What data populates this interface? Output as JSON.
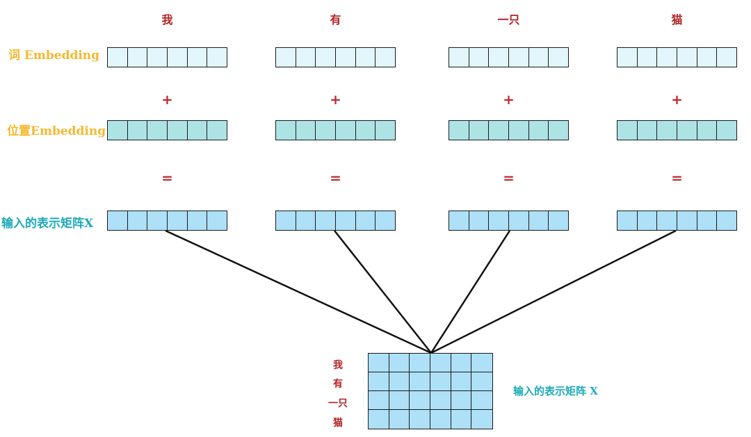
{
  "words": [
    "我",
    "有",
    "一只",
    "猫"
  ],
  "row_labels": {
    "word_embedding": "词 Embedding",
    "position_embedding": "位置Embedding",
    "input_matrix": "输入的表示矩阵X"
  },
  "operators": {
    "plus": "+",
    "equals": "="
  },
  "embedding_dim": 6,
  "matrix": {
    "title": "输入的表示矩阵 X",
    "row_labels": [
      "我",
      "有",
      "一只",
      "猫"
    ],
    "rows": 4,
    "cols": 6
  },
  "colors": {
    "word_label": "#b22222",
    "embedding_label": "#f5b82e",
    "input_label": "#1eaab8",
    "word_embedding_fill": "#e3f6fb",
    "position_embedding_fill": "#aee3e6",
    "input_fill": "#aee0f7"
  }
}
